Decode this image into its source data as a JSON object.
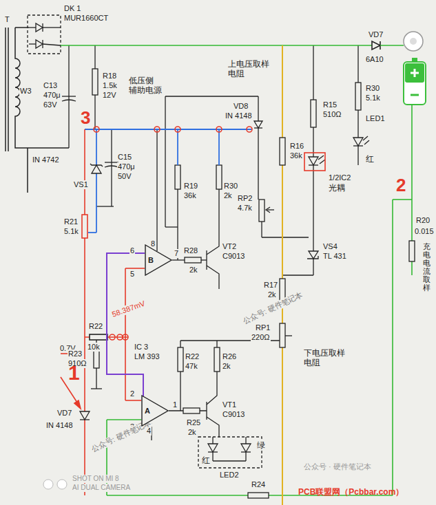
{
  "diagram": {
    "nodes": [
      {
        "text": [
          "B"
        ]
      },
      {
        "text": [
          "A"
        ]
      }
    ],
    "edges": [
      {
        "from": 1,
        "to": 0,
        "arrow": "none"
      }
    ],
    "labels": [
      "T",
      "W3",
      "DK 1",
      "MUR1660CT",
      "C13",
      "470μ",
      "63V",
      "IN 4742",
      "R18",
      "1.5k",
      "12V",
      "低压侧 辅助电源",
      "3",
      "VS1",
      "C15",
      "470μ",
      "50V",
      "VD8",
      "IN 4148",
      "上电压取样 电阻",
      "R15",
      "510Ω",
      "R16",
      "36k",
      "RP2",
      "4.7k",
      "1/2IC2",
      "光耦",
      "VS4",
      "TL 431",
      "R17",
      "2k",
      "RP1",
      "220Ω",
      "下电压取样 电阻",
      "VD7",
      "6A10",
      "R30",
      "5.1k",
      "LED1",
      "红",
      "2",
      "R20",
      "0.015",
      "充电电流取样",
      "R19",
      "36k",
      "R30",
      "2k",
      "8",
      "6",
      "5",
      "7",
      "R28",
      "2k",
      "VT2",
      "C9013",
      "R21",
      "5.1k",
      "R22",
      "10k",
      "58.387mV",
      "0.7V",
      "R23",
      "910Ω",
      "IC 3",
      "LM 393",
      "R22",
      "47k",
      "R26",
      "2k",
      "2",
      "3",
      "4",
      "1",
      "R25",
      "2k",
      "VT1",
      "C9013",
      "1",
      "VD7",
      "IN 4148",
      "红",
      "绿",
      "LED2",
      "R24",
      "公众号: 硬件笔记本",
      "公众号: 硬件笔记本",
      "SHOT ON MI 8",
      "AI DUAL CAMERA",
      "公众号 · 硬件笔记本",
      "PCB联盟网（Pcbbar.com）"
    ]
  }
}
